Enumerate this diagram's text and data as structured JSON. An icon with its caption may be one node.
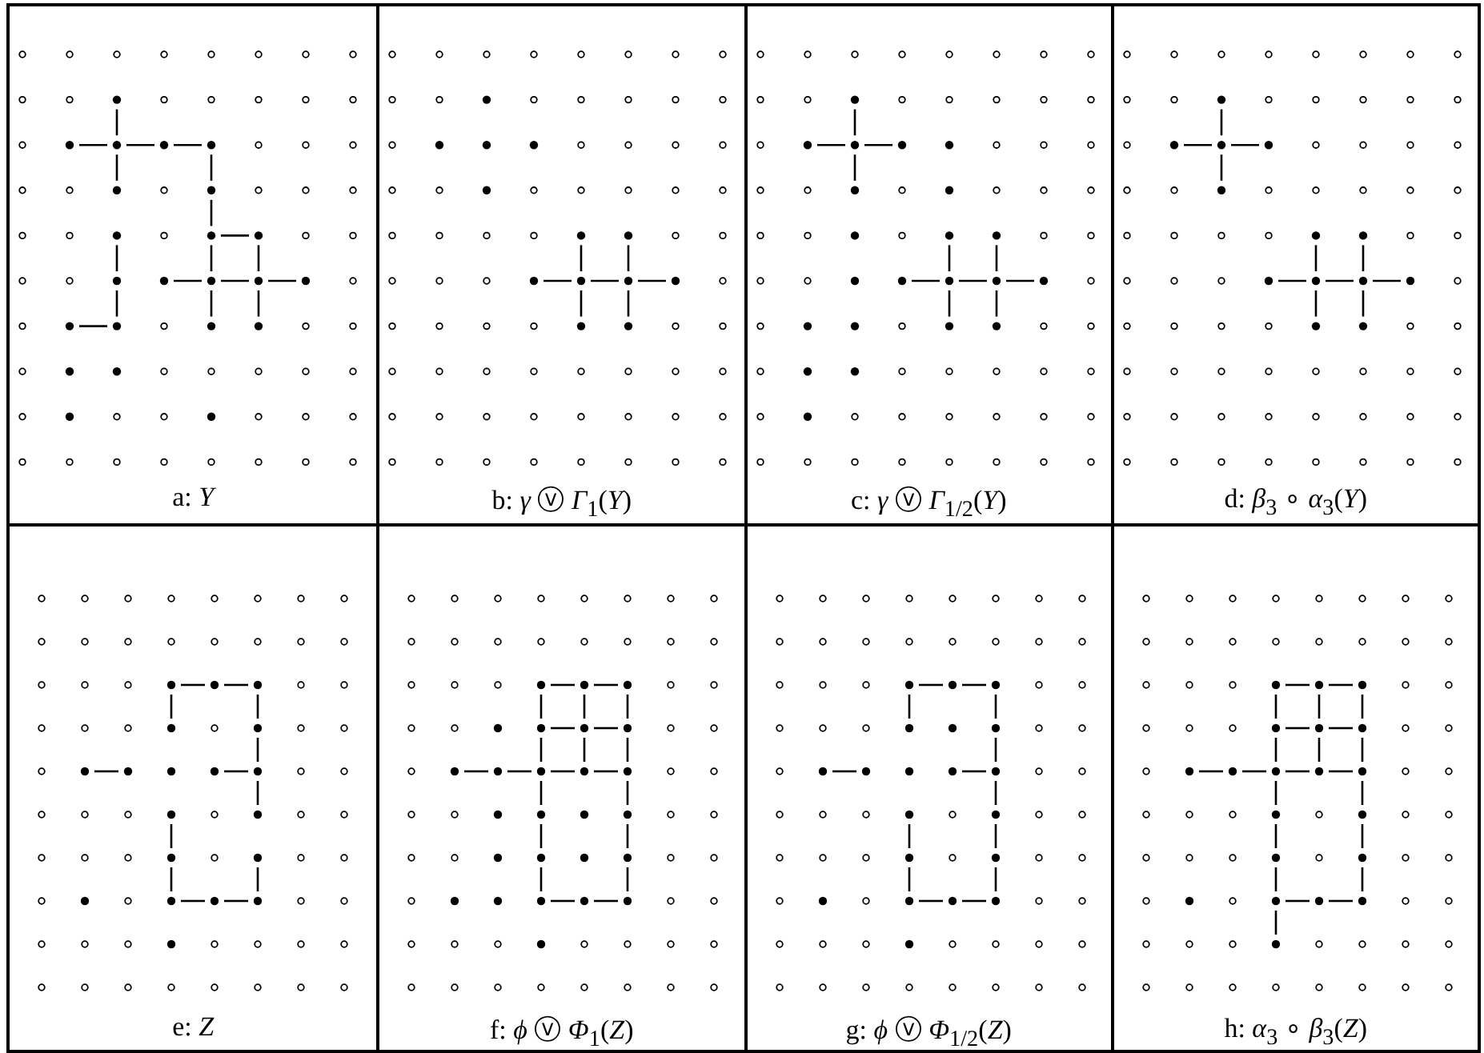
{
  "diagram": {
    "nodes": [
      {
        "text": [
          "a: *Y*"
        ]
      },
      {
        "text": [
          "b: *γ* ⓥ *Γ*$_{1}$(*Y*)"
        ]
      },
      {
        "text": [
          "c: *γ* ⓥ *Γ*$_{1/2}$(*Y*)"
        ]
      },
      {
        "text": [
          "d: *β*$_{3}$ ∘ *α*$_{3}$(*Y*)"
        ]
      },
      {
        "text": [
          "e: *Z*"
        ]
      },
      {
        "text": [
          "f: *ϕ* ⓥ *Φ*$_{1}$(*Z*)"
        ]
      },
      {
        "text": [
          "g: *ϕ* ⓥ *Φ*$_{1/2}$(*Z*)"
        ]
      },
      {
        "text": [
          "h: *α*$_{3}$ ∘ *β*$_{3}$(*Z*)"
        ]
      }
    ]
  }
}
